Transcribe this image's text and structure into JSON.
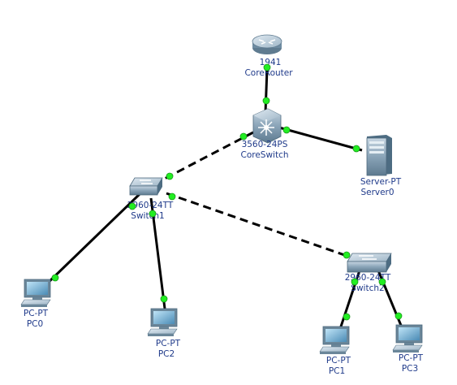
{
  "topology": {
    "colors": {
      "link_dot": "#22ee22",
      "cable": "#000000",
      "label": "#1f3a8a",
      "router_body": "#7f97ab",
      "switch_body": "#6f8fa6",
      "server_body": "#5f7f95"
    },
    "devices": [
      {
        "id": "router",
        "icon": "router-icon",
        "model": "1941",
        "name": "CoreRouter"
      },
      {
        "id": "coreswitch",
        "icon": "multilayer-switch-icon",
        "model": "3560-24PS",
        "name": "CoreSwitch"
      },
      {
        "id": "server0",
        "icon": "server-icon",
        "model": "Server-PT",
        "name": "Server0"
      },
      {
        "id": "switch1",
        "icon": "switch-icon",
        "model": "2960-24TT",
        "name": "Switch1"
      },
      {
        "id": "switch2",
        "icon": "switch-icon",
        "model": "2960-24TT",
        "name": "Switch2"
      },
      {
        "id": "pc0",
        "icon": "pc-icon",
        "model": "PC-PT",
        "name": "PC0"
      },
      {
        "id": "pc2",
        "icon": "pc-icon",
        "model": "PC-PT",
        "name": "PC2"
      },
      {
        "id": "pc1",
        "icon": "pc-icon",
        "model": "PC-PT",
        "name": "PC1"
      },
      {
        "id": "pc3",
        "icon": "pc-icon",
        "model": "PC-PT",
        "name": "PC3"
      }
    ],
    "links": [
      {
        "from": "router",
        "to": "coreswitch",
        "type": "straight"
      },
      {
        "from": "coreswitch",
        "to": "server0",
        "type": "straight"
      },
      {
        "from": "coreswitch",
        "to": "switch1",
        "type": "crossover"
      },
      {
        "from": "switch1",
        "to": "switch2",
        "type": "crossover"
      },
      {
        "from": "switch1",
        "to": "pc0",
        "type": "straight"
      },
      {
        "from": "switch1",
        "to": "pc2",
        "type": "straight"
      },
      {
        "from": "switch2",
        "to": "pc1",
        "type": "straight"
      },
      {
        "from": "switch2",
        "to": "pc3",
        "type": "straight"
      }
    ]
  }
}
